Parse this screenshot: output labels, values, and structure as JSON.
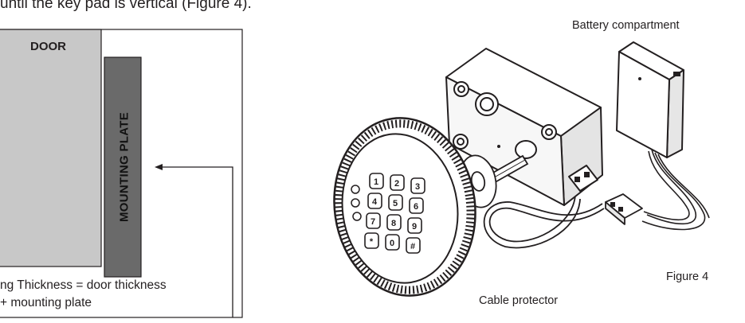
{
  "instruction_text": "until the key pad is vertical (Figure 4).",
  "door_diagram": {
    "door_label": "DOOR",
    "plate_label": "MOUNTING PLATE",
    "formula_line1": "ng Thickness = door thickness",
    "formula_line2": "+ mounting plate",
    "colors": {
      "door": "#c8c8c8",
      "plate": "#6a6a6a",
      "frame": "#231f20"
    }
  },
  "lock_illustration": {
    "battery_label": "Battery compartment",
    "figure_label": "Figure 4",
    "cable_label": "Cable protector",
    "keypad_keys": [
      "1",
      "2",
      "3",
      "4",
      "5",
      "6",
      "7",
      "8",
      "9",
      "*",
      "0",
      "#"
    ]
  }
}
